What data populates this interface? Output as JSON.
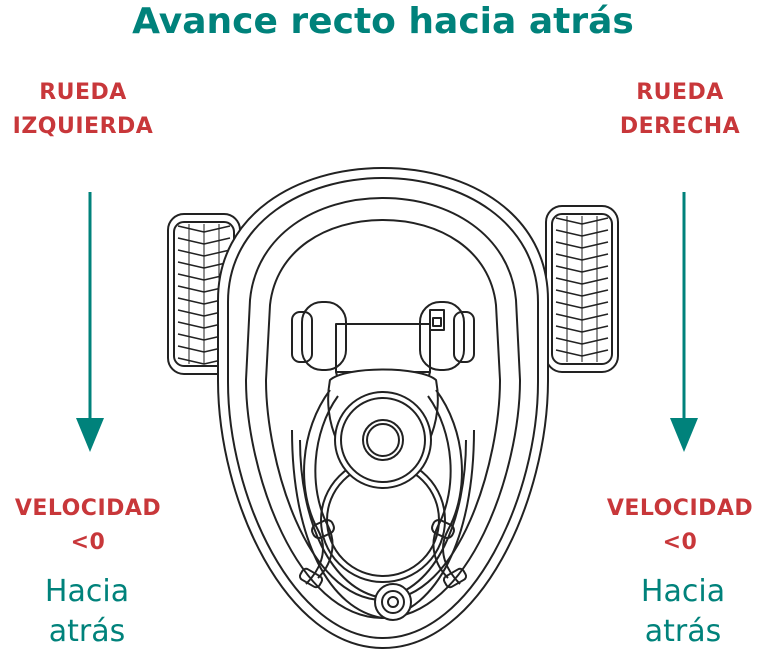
{
  "title": "Avance recto hacia atrás",
  "colors": {
    "title": "#00827b",
    "label": "#c8373a",
    "arrow": "#00827b",
    "direction_text": "#00827b",
    "robot_line": "#222222"
  },
  "left_wheel": {
    "name_line1": "RUEDA",
    "name_line2": "IZQUIERDA",
    "speed_line1": "VELOCIDAD",
    "speed_line2": "<0",
    "direction_line1": "Hacia",
    "direction_line2": "atrás",
    "arrow_icon": "arrow-down-icon"
  },
  "right_wheel": {
    "name_line1": "RUEDA",
    "name_line2": "DERECHA",
    "speed_line1": "VELOCIDAD",
    "speed_line2": "<0",
    "direction_line1": "Hacia",
    "direction_line2": "atrás",
    "arrow_icon": "arrow-down-icon"
  },
  "robot_icon": "robot-top-view-icon"
}
